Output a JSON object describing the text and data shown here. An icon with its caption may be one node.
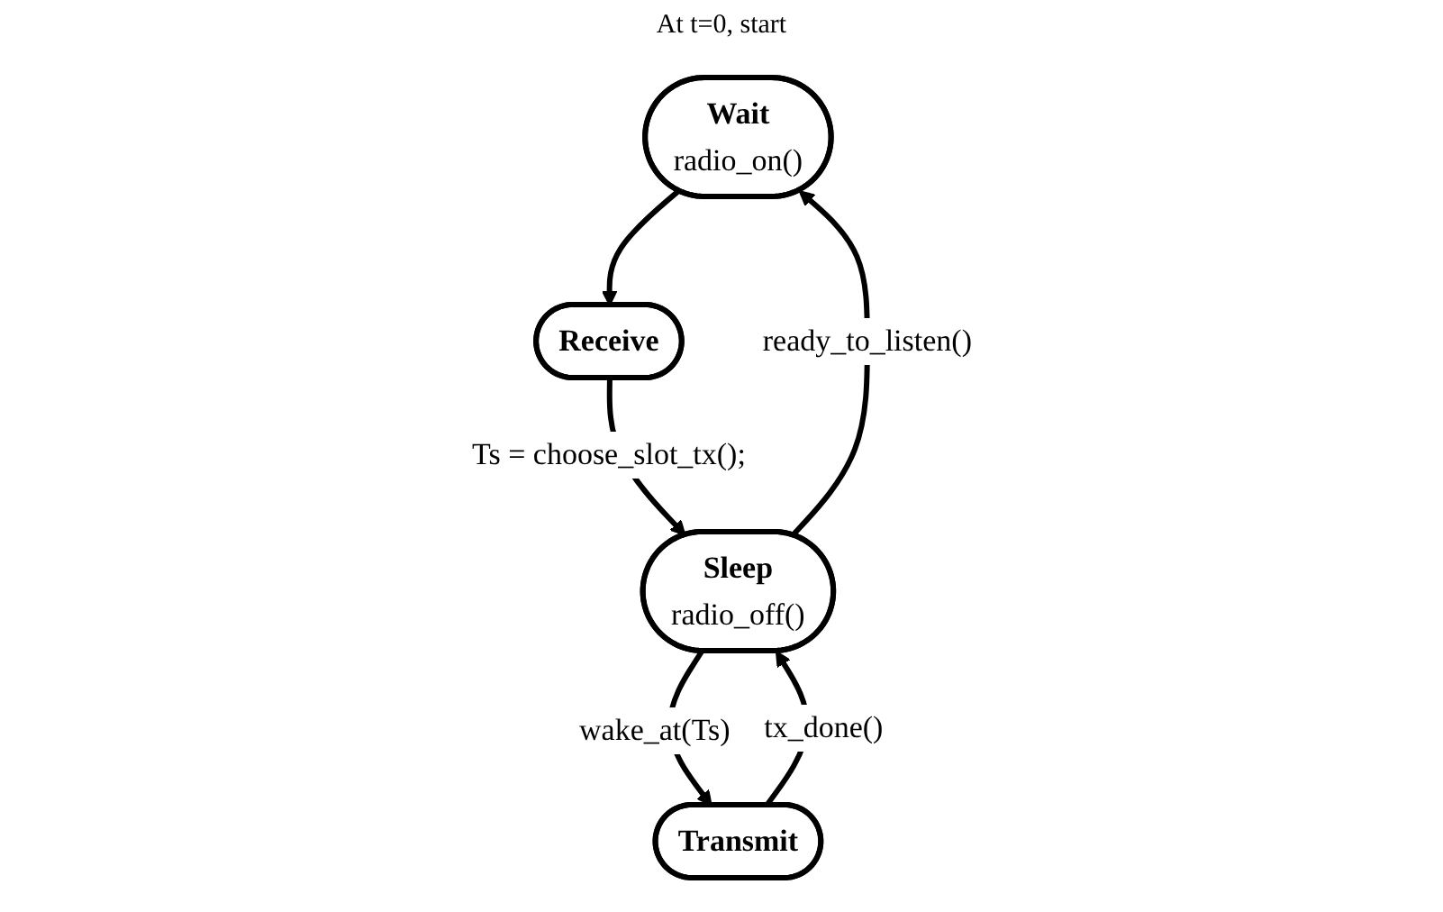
{
  "diagram": {
    "nodes": [
      {
        "text": [
          "Wait",
          "radio_on()"
        ],
        "beside": [
          "At t=0, start"
        ]
      },
      {
        "text": [
          "Receive"
        ]
      },
      {
        "text": [
          "Sleep",
          "radio_off()"
        ]
      },
      {
        "text": [
          "Transmit"
        ]
      }
    ],
    "edges": [
      {
        "from": 0,
        "to": 1,
        "arrow": "to"
      },
      {
        "from": 1,
        "to": 2,
        "arrow": "to",
        "label": "Ts = choose_slot_tx();"
      },
      {
        "from": 2,
        "to": 0,
        "arrow": "to",
        "label": "ready_to_listen()"
      },
      {
        "from": 2,
        "to": 3,
        "arrow": "to",
        "label": "wake_at(Ts)"
      },
      {
        "from": 3,
        "to": 2,
        "arrow": "to",
        "label": "tx_done()"
      }
    ]
  }
}
